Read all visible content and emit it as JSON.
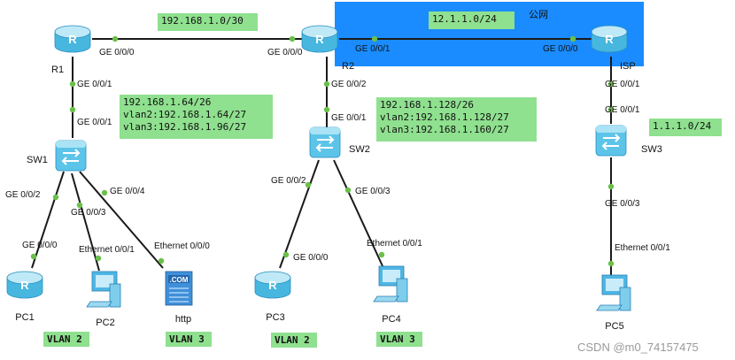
{
  "colors": {
    "link": "#1a1a1a",
    "port_dot": "#6ac04a",
    "note_bg": "#8fe08f",
    "public_area": "#1a8cff",
    "router_top": "#bfe9f7",
    "router_side": "#47b7e0",
    "switch_color": "#5cc4e8",
    "pc_color": "#4fb6e3",
    "server_color": "#3f8fd9"
  },
  "public_zone": {
    "label": "公网"
  },
  "devices": [
    {
      "id": "R1",
      "kind": "router",
      "label": "R1",
      "icon": "router-icon"
    },
    {
      "id": "R2",
      "kind": "router",
      "label": "R2",
      "icon": "router-icon"
    },
    {
      "id": "ISP",
      "kind": "router",
      "label": "ISP",
      "icon": "router-icon"
    },
    {
      "id": "SW1",
      "kind": "switch",
      "label": "SW1",
      "icon": "switch-icon"
    },
    {
      "id": "SW2",
      "kind": "switch",
      "label": "SW2",
      "icon": "switch-icon"
    },
    {
      "id": "SW3",
      "kind": "switch",
      "label": "SW3",
      "icon": "switch-icon"
    },
    {
      "id": "PC1",
      "kind": "router",
      "label": "PC1",
      "icon": "router-icon"
    },
    {
      "id": "PC2",
      "kind": "pc",
      "label": "PC2",
      "icon": "pc-icon"
    },
    {
      "id": "http",
      "kind": "server",
      "label": "http",
      "icon": "server-icon",
      "badge": ".COM"
    },
    {
      "id": "PC3",
      "kind": "router",
      "label": "PC3",
      "icon": "router-icon"
    },
    {
      "id": "PC4",
      "kind": "pc",
      "label": "PC4",
      "icon": "pc-icon"
    },
    {
      "id": "PC5",
      "kind": "pc",
      "label": "PC5",
      "icon": "pc-icon"
    }
  ],
  "links": [
    {
      "from": "R1",
      "to": "R2",
      "from_port": "GE 0/0/0",
      "to_port": "GE 0/0/0"
    },
    {
      "from": "R2",
      "to": "ISP",
      "from_port": "GE 0/0/1",
      "to_port": "GE 0/0/0"
    },
    {
      "from": "R1",
      "to": "SW1",
      "from_port": "GE 0/0/1",
      "to_port": "GE 0/0/1"
    },
    {
      "from": "R2",
      "to": "SW2",
      "from_port": "GE 0/0/2",
      "to_port": "GE 0/0/1"
    },
    {
      "from": "ISP",
      "to": "SW3",
      "from_port": "GE 0/0/1",
      "to_port": "GE 0/0/1"
    },
    {
      "from": "SW1",
      "to": "PC1",
      "from_port": "GE 0/0/2",
      "to_port": "GE 0/0/0"
    },
    {
      "from": "SW1",
      "to": "PC2",
      "from_port": "GE 0/0/3",
      "to_port": "Ethernet 0/0/1"
    },
    {
      "from": "SW1",
      "to": "http",
      "from_port": "GE 0/0/4",
      "to_port": "Ethernet 0/0/0"
    },
    {
      "from": "SW2",
      "to": "PC3",
      "from_port": "GE 0/0/2",
      "to_port": "GE 0/0/0"
    },
    {
      "from": "SW2",
      "to": "PC4",
      "from_port": "GE 0/0/3",
      "to_port": "Ethernet 0/0/1"
    },
    {
      "from": "SW3",
      "to": "PC5",
      "from_port": "GE 0/0/3",
      "to_port": "Ethernet 0/0/1"
    }
  ],
  "notes": [
    {
      "id": "n-r1r2",
      "lines": [
        "192.168.1.0/30"
      ]
    },
    {
      "id": "n-r2isp",
      "lines": [
        "12.1.1.0/24"
      ]
    },
    {
      "id": "n-sw1",
      "lines": [
        "192.168.1.64/26",
        "vlan2:192.168.1.64/27",
        "vlan3:192.168.1.96/27"
      ]
    },
    {
      "id": "n-sw2",
      "lines": [
        "192.168.1.128/26",
        "vlan2:192.168.1.128/27",
        "vlan3:192.168.1.160/27"
      ]
    },
    {
      "id": "n-sw3",
      "lines": [
        "1.1.1.0/24"
      ]
    },
    {
      "id": "n-vlan-pc1",
      "lines": [
        "VLAN 2"
      ]
    },
    {
      "id": "n-vlan-http",
      "lines": [
        "VLAN 3"
      ]
    },
    {
      "id": "n-vlan-pc3",
      "lines": [
        "VLAN 2"
      ]
    },
    {
      "id": "n-vlan-pc4",
      "lines": [
        "VLAN 3"
      ]
    }
  ],
  "watermark": "CSDN @m0_74157475"
}
